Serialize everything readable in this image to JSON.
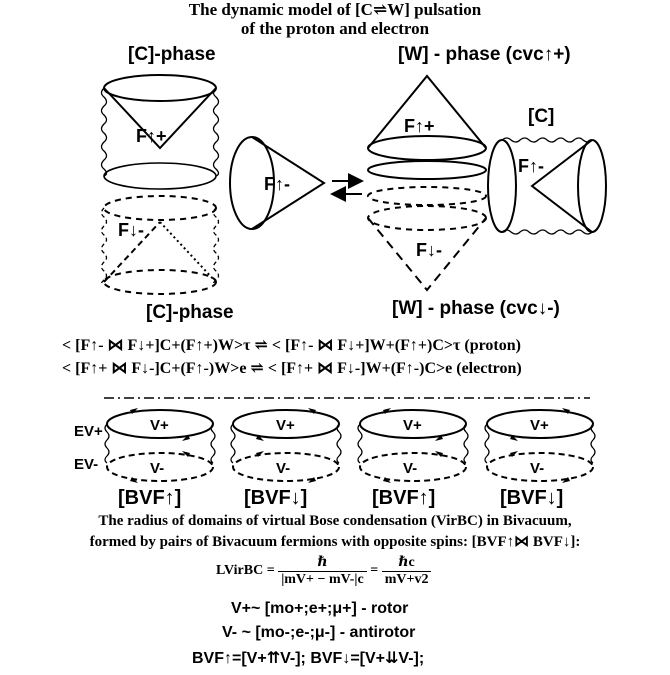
{
  "title": {
    "line1": "The dynamic model of [C⇌W] pulsation",
    "line2": "of the proton and electron"
  },
  "phases": {
    "c_top": "[C]-phase",
    "w_top": "[W] - phase (cvc↑+)",
    "c_right": "[C]",
    "c_bottom": "[C]-phase",
    "w_bottom": "[W] - phase (cvc↓-)"
  },
  "labels": {
    "f_up_plus": "F↑+",
    "f_up_minus": "F↑-",
    "f_down_minus": "F↓-"
  },
  "equations": {
    "proton": "< [F↑- ⋈ F↓+]C+(F↑+)W>τ  ⇌  < [F↑- ⋈ F↓+]W+(F↑+)C>τ (proton)",
    "electron": "< [F↑+ ⋈ F↓-]C+(F↑-)W>e  ⇌  < [F↑+ ⋈ F↓-]W+(F↑-)C>e (electron)"
  },
  "bvf": {
    "ev_plus": "EV+",
    "ev_minus": "EV-",
    "v_plus": "V+",
    "v_minus": "V-",
    "items": [
      "[BVF↑]",
      "[BVF↓]",
      "[BVF↑]",
      "[BVF↓]"
    ]
  },
  "caption": {
    "line1": "The radius of domains of virtual Bose condensation (VirBC) in Bivacuum,",
    "line2": "formed by pairs of Bivacuum fermions with opposite spins: [BVF↑⋈ BVF↓]:"
  },
  "formula": {
    "lhs": "LVirBC =",
    "num1": "ℏ",
    "den1": "|mV+ − mV-|c",
    "eq2": "=",
    "num2": "ℏc",
    "den2": "mV+v2"
  },
  "definitions": {
    "rotor": "V+~ [mo+;e+;μ+] - rotor",
    "antirotor": "V- ~ [mo-;e-;μ-] - antirotor",
    "bvf_def": "BVF↑=[V+⇈V-];  BVF↓=[V+⇊V-];"
  }
}
